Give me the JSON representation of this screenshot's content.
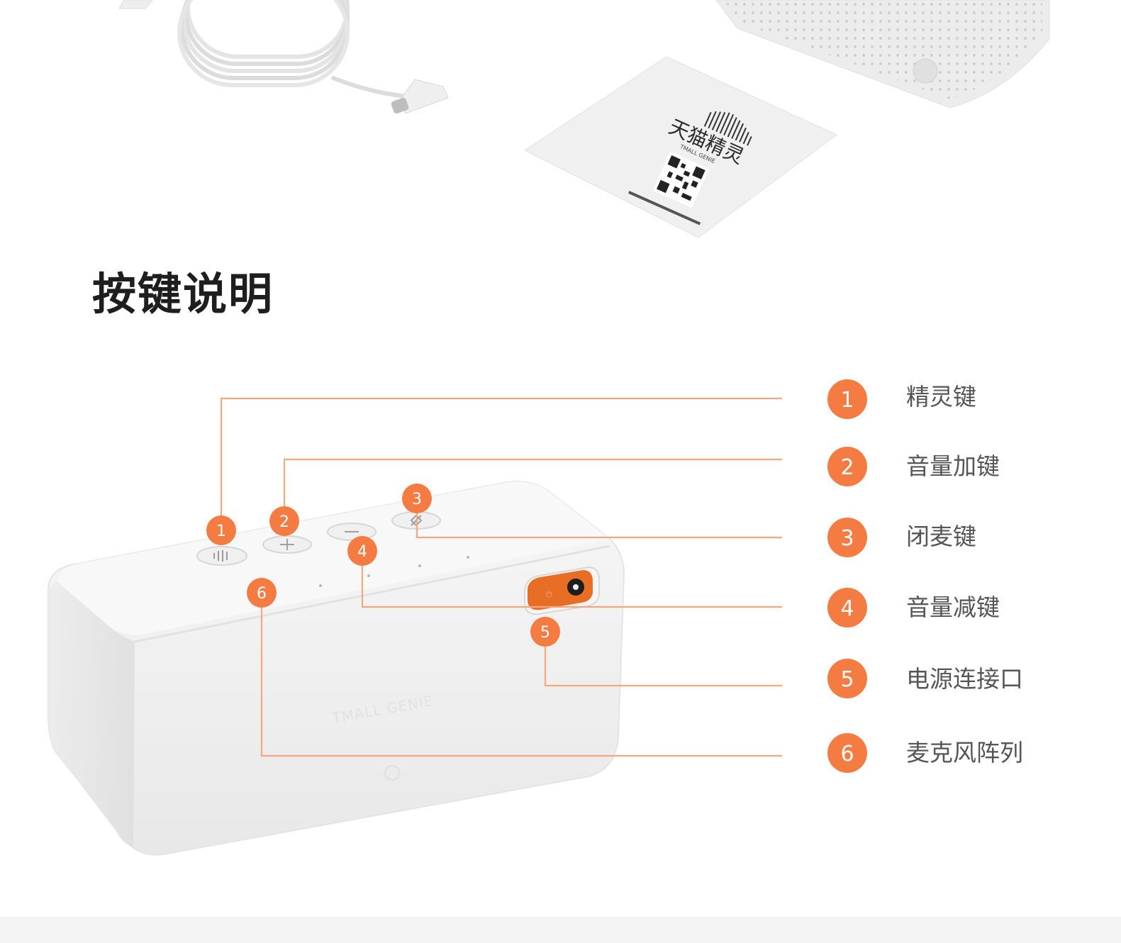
{
  "section_title": "按键说明",
  "leaflet": {
    "brand_cn": "天猫精灵",
    "brand_en": "TMALL GENIE"
  },
  "device": {
    "body_logo": "TMALL GENIE"
  },
  "accent_color": "#f47b42",
  "callouts": [
    {
      "number": "1",
      "label": "精灵键"
    },
    {
      "number": "2",
      "label": "音量加键"
    },
    {
      "number": "3",
      "label": "闭麦键"
    },
    {
      "number": "4",
      "label": "音量减键"
    },
    {
      "number": "5",
      "label": "电源连接口"
    },
    {
      "number": "6",
      "label": "麦克风阵列"
    }
  ]
}
